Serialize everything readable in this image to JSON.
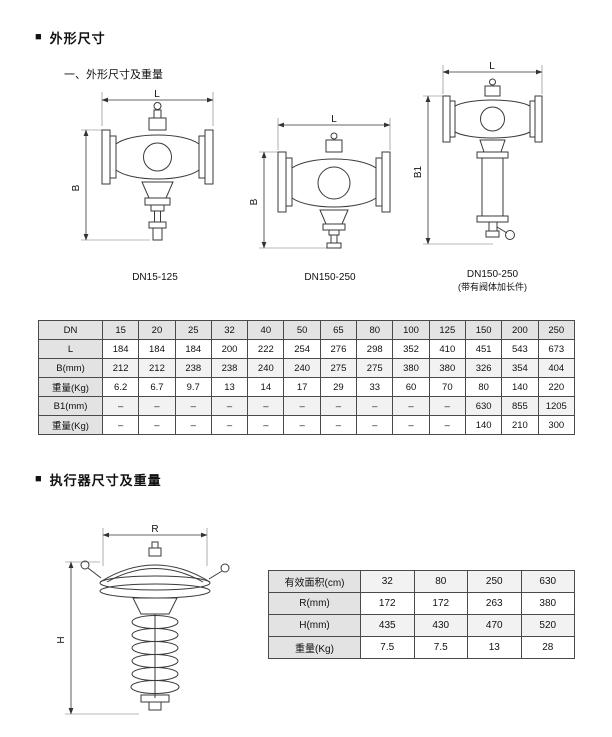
{
  "sections": {
    "s1": {
      "bullet": "■",
      "title": "外形尺寸",
      "subtitle": "一、外形尺寸及重量"
    },
    "s2": {
      "bullet": "■",
      "title": "执行器尺寸及重量"
    }
  },
  "drawings": {
    "valve1": {
      "caption": "DN15-125",
      "dim_top": "L",
      "dim_left": "B"
    },
    "valve2": {
      "caption": "DN150-250",
      "dim_top": "L",
      "dim_left": "B"
    },
    "valve3": {
      "caption": "DN150-250",
      "caption2": "(带有阀体加长件)",
      "dim_top": "L",
      "dim_left": "B1"
    },
    "actuator": {
      "dim_top": "R",
      "dim_left": "H"
    }
  },
  "dim_table": {
    "header_label": "DN",
    "columns": [
      "15",
      "20",
      "25",
      "32",
      "40",
      "50",
      "65",
      "80",
      "100",
      "125",
      "150",
      "200",
      "250"
    ],
    "rows": [
      {
        "label": "L",
        "values": [
          "184",
          "184",
          "184",
          "200",
          "222",
          "254",
          "276",
          "298",
          "352",
          "410",
          "451",
          "543",
          "673"
        ]
      },
      {
        "label": "B(mm)",
        "values": [
          "212",
          "212",
          "238",
          "238",
          "240",
          "240",
          "275",
          "275",
          "380",
          "380",
          "326",
          "354",
          "404"
        ]
      },
      {
        "label": "重量(Kg)",
        "values": [
          "6.2",
          "6.7",
          "9.7",
          "13",
          "14",
          "17",
          "29",
          "33",
          "60",
          "70",
          "80",
          "140",
          "220"
        ]
      },
      {
        "label": "B1(mm)",
        "values": [
          "–",
          "–",
          "–",
          "–",
          "–",
          "–",
          "–",
          "–",
          "–",
          "–",
          "630",
          "855",
          "1205"
        ]
      },
      {
        "label": "重量(Kg)",
        "values": [
          "–",
          "–",
          "–",
          "–",
          "–",
          "–",
          "–",
          "–",
          "–",
          "–",
          "140",
          "210",
          "300"
        ]
      }
    ]
  },
  "act_table": {
    "rows": [
      {
        "label": "有效面积(cm)",
        "values": [
          "32",
          "80",
          "250",
          "630"
        ]
      },
      {
        "label": "R(mm)",
        "values": [
          "172",
          "172",
          "263",
          "380"
        ]
      },
      {
        "label": "H(mm)",
        "values": [
          "435",
          "430",
          "470",
          "520"
        ]
      },
      {
        "label": "重量(Kg)",
        "values": [
          "7.5",
          "7.5",
          "13",
          "28"
        ]
      }
    ]
  }
}
